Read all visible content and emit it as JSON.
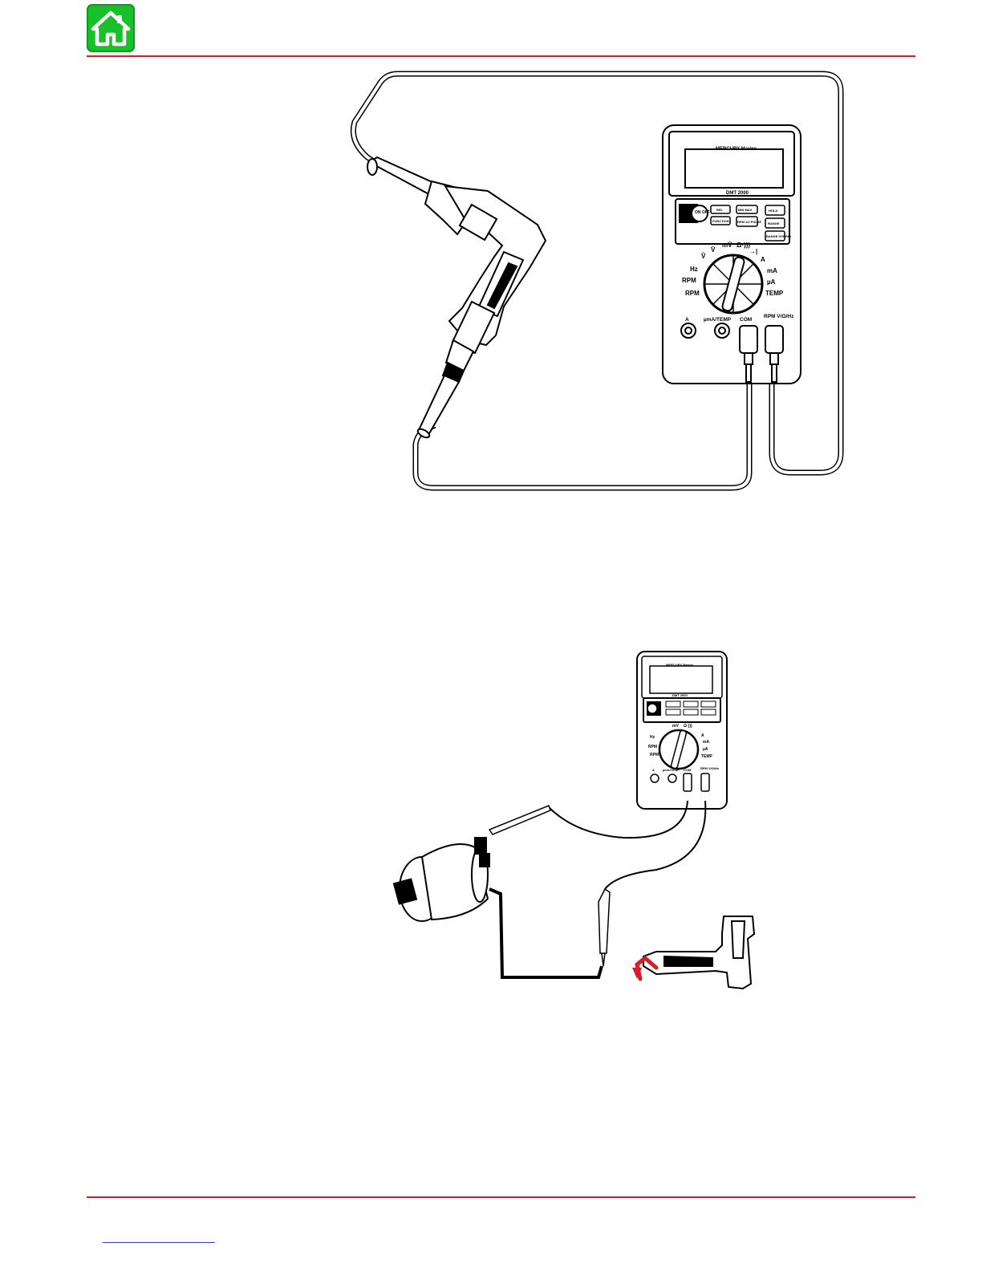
{
  "page": {
    "home_icon": "home-icon",
    "accent_color": "#d2202a",
    "home_color": "#18c02a"
  },
  "figure_1": {
    "meter": {
      "brand": "MERCURY Marine",
      "model": "DMT 2000",
      "buttons": [
        "REL",
        "MIN MAX",
        "HOLD",
        "FUNCTION",
        "RPM 1/2 PULSE",
        "RANGE",
        "RANGE HYBRID"
      ],
      "power_label": "ON OFF",
      "dial_labels": [
        "Ṽ",
        "V̄",
        "mV̄",
        "Ω·)))",
        "→|",
        "A",
        "mA",
        "µA",
        "TEMP",
        "Hz",
        "RPM",
        "RPM"
      ],
      "jack_labels": [
        "A",
        "µmA/TEMP",
        "COM",
        "RPM V/Ω/Hz"
      ]
    }
  },
  "figure_2": {
    "meter": {
      "brand": "MERCURY Marine",
      "model": "DMT 2000",
      "dial_labels": [
        "Hz",
        "mV",
        "Ω·)))",
        "A",
        "mA",
        "µA",
        "TEMP",
        "RPM",
        "RPM"
      ],
      "jack_labels": [
        "A",
        "µmA/TEMP",
        "COM",
        "RPM V/Ω/Hz"
      ]
    }
  }
}
